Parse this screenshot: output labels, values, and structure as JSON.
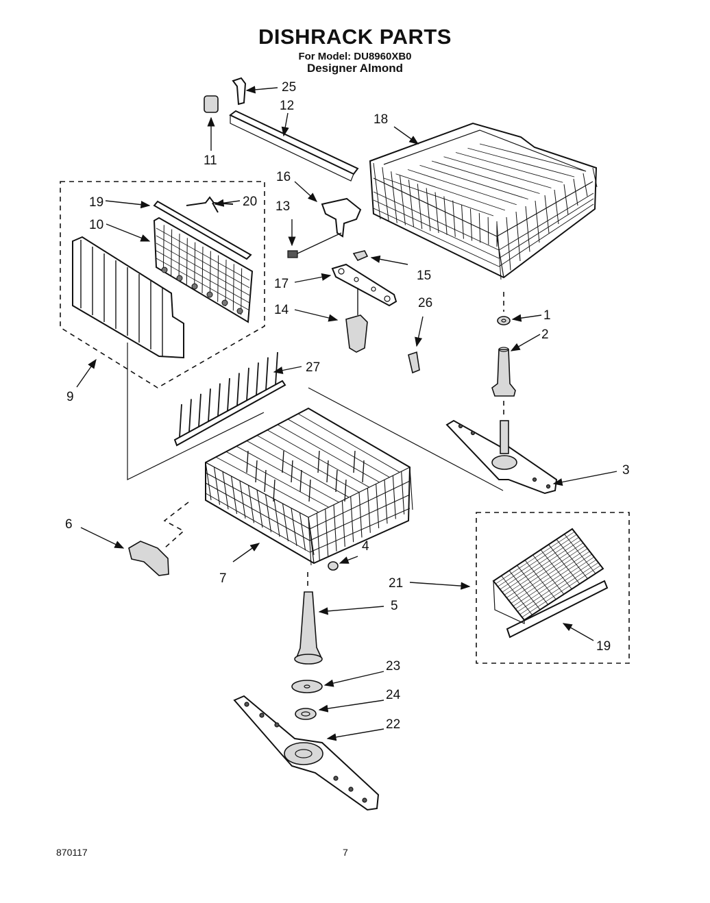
{
  "header": {
    "title": "DISHRACK PARTS",
    "model_line": "For Model: DU8960XB0",
    "color_line": "Designer Almond"
  },
  "footer": {
    "doc_number": "870117",
    "page_number": "7"
  },
  "callouts": {
    "c1": "1",
    "c2": "2",
    "c3": "3",
    "c4": "4",
    "c5": "5",
    "c6": "6",
    "c7": "7",
    "c9": "9",
    "c10": "10",
    "c11": "11",
    "c12": "12",
    "c13": "13",
    "c14": "14",
    "c15": "15",
    "c16": "16",
    "c17": "17",
    "c18": "18",
    "c19a": "19",
    "c19b": "19",
    "c20": "20",
    "c21": "21",
    "c22": "22",
    "c23": "23",
    "c24": "24",
    "c25": "25",
    "c26": "26",
    "c27": "27"
  }
}
